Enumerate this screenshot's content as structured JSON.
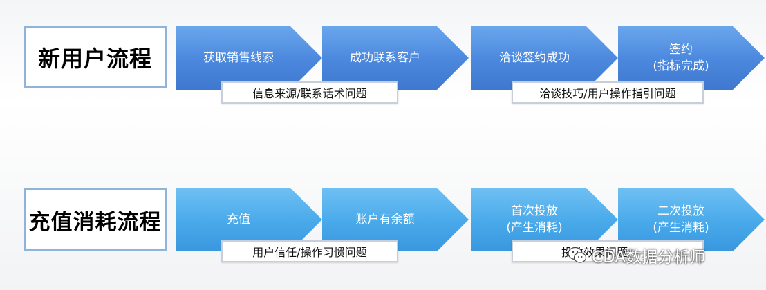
{
  "row1": {
    "title": "新用户流程",
    "steps": [
      {
        "lines": [
          "获取销售线索"
        ]
      },
      {
        "lines": [
          "成功联系客户"
        ]
      },
      {
        "lines": [
          "洽谈签约成功"
        ]
      },
      {
        "lines": [
          "签约",
          "(指标完成)"
        ]
      }
    ],
    "notes": [
      "信息来源/联系话术问题",
      "洽谈技巧/用户操作指引问题"
    ]
  },
  "row2": {
    "title": "充值消耗流程",
    "steps": [
      {
        "lines": [
          "充值"
        ]
      },
      {
        "lines": [
          "账户有余额"
        ]
      },
      {
        "lines": [
          "首次投放",
          "(产生消耗)"
        ]
      },
      {
        "lines": [
          "二次投放",
          "(产生消耗)"
        ]
      }
    ],
    "notes": [
      "用户信任/操作习惯问题",
      "投放效果问题"
    ]
  },
  "watermark": "CDA数据分析师",
  "colors": {
    "row1_arrow": "#4a87dd",
    "row2_arrow": "#48a9ea",
    "title_border": "#8fb3dc"
  }
}
